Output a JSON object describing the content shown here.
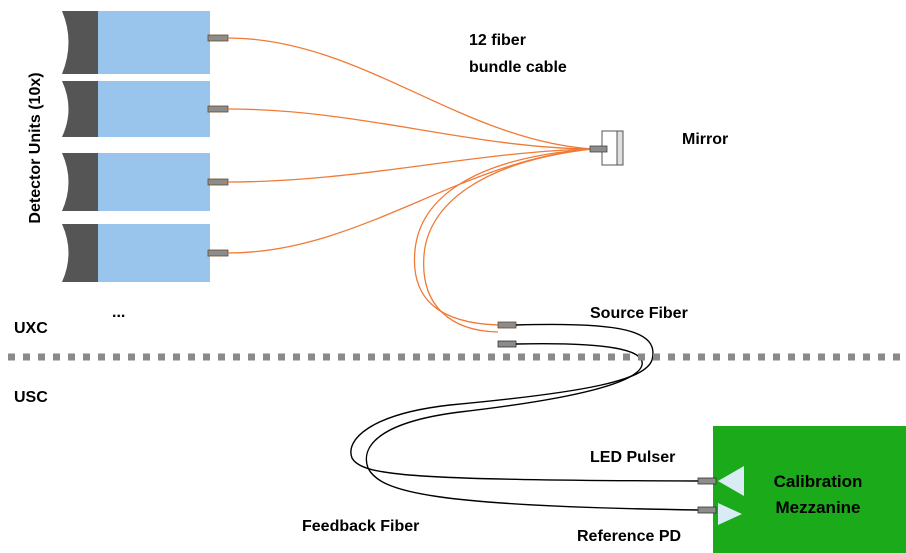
{
  "labels": {
    "detector_units": "Detector Units (10x)",
    "ellipsis": "...",
    "bundle_line1": "12 fiber",
    "bundle_line2": "bundle cable",
    "mirror": "Mirror",
    "uxc": "UXC",
    "usc": "USC",
    "source_fiber": "Source Fiber",
    "led_pulser": "LED Pulser",
    "feedback_fiber": "Feedback Fiber",
    "reference_pd": "Reference PD",
    "mezzanine_line1": "Calibration",
    "mezzanine_line2": "Mezzanine"
  },
  "colors": {
    "detector_body": "#99c4ec",
    "detector_cap": "#555555",
    "connector": "#8c8c8c",
    "bundle_fiber": "#f07a36",
    "source_fiber": "#000000",
    "mezzanine": "#1aaa1a",
    "pulser_triangle": "#d9ecf5",
    "divider": "#8a8a8a"
  }
}
